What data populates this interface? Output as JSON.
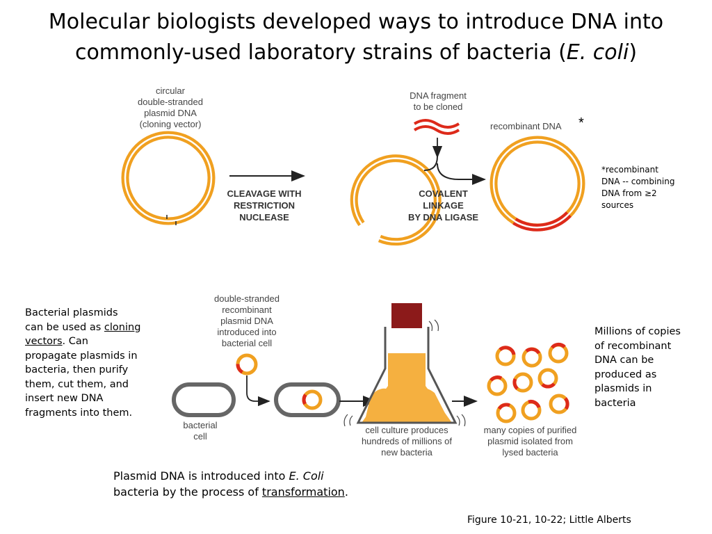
{
  "title": {
    "line1": "Molecular biologists developed ways to introduce DNA into",
    "line2_pre": "commonly-used laboratory strains of bacteria (",
    "line2_ital": "E. coli",
    "line2_post": ")"
  },
  "top": {
    "plasmid_label": [
      "circular",
      "double-stranded",
      "plasmid DNA",
      "(cloning vector)"
    ],
    "cleavage_label": [
      "CLEAVAGE WITH",
      "RESTRICTION",
      "NUCLEASE"
    ],
    "fragment_label": [
      "DNA fragment",
      "to be cloned"
    ],
    "ligase_label": [
      "COVALENT",
      "LINKAGE",
      "BY DNA LIGASE"
    ],
    "recombinant_label": "recombinant DNA",
    "asterisk": "*",
    "footnote": [
      "*recombinant",
      "DNA -- combining",
      "DNA from ≥2",
      "sources"
    ]
  },
  "bottom": {
    "left_para": {
      "l1": "Bacterial plasmids",
      "l2_pre": "can be used as ",
      "l2_link": "cloning",
      "l3_link": "vectors",
      "l3_post": ". Can",
      "l4": "propagate plasmids in",
      "l5": "bacteria, then purify",
      "l6": "them, cut them, and",
      "l7": "insert new DNA",
      "l8": "fragments into them."
    },
    "ds_label": [
      "double-stranded",
      "recombinant",
      "plasmid DNA",
      "introduced into",
      "bacterial cell"
    ],
    "cell_label": [
      "bacterial",
      "cell"
    ],
    "culture_label": [
      "cell culture produces",
      "hundreds of millions of",
      "new bacteria"
    ],
    "copies_label": [
      "many copies of purified",
      "plasmid isolated from",
      "lysed bacteria"
    ],
    "right_para": [
      "Millions of copies",
      "of recombinant",
      "DNA can be",
      "produced as",
      "plasmids in",
      "bacteria"
    ],
    "transform": {
      "l1_pre": "Plasmid DNA is introduced into ",
      "l1_ital": "E. Coli",
      "l2_pre": "bacteria by the process of ",
      "l2_link": "transformation",
      "l2_post": "."
    },
    "citation": "Figure 10-21, 10-22; Little Alberts"
  },
  "colors": {
    "plasmid_orange": "#f0a020",
    "dna_red": "#dd2a1a",
    "stopper": "#8c1a1a",
    "culture": "#f5b040",
    "cell_gray": "#666666"
  }
}
